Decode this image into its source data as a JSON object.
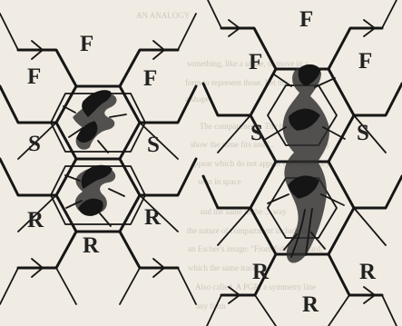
{
  "labels": {
    "left": [
      "F",
      "F",
      "F",
      "S",
      "S",
      "R",
      "R",
      "R"
    ],
    "right": [
      "F",
      "F",
      "F",
      "S",
      "S",
      "R",
      "R",
      "R"
    ]
  },
  "background_text": [
    "AN ANALOGY",
    "something, like a snake, to move in a",
    "form to represent those. Let this shape or",
    "a shape.",
    "The compartments. The hint in the",
    "show the same fits and \"..",
    "ably",
    "appear which do not appear the same, they",
    "seen in space",
    "and the same in the ... way",
    "the nature of compartment include the",
    "an Escher's image: \"From fish and lizard,\"",
    "which the same trace.",
    "Also called, A PGR, a symmetry line",
    "any form"
  ]
}
